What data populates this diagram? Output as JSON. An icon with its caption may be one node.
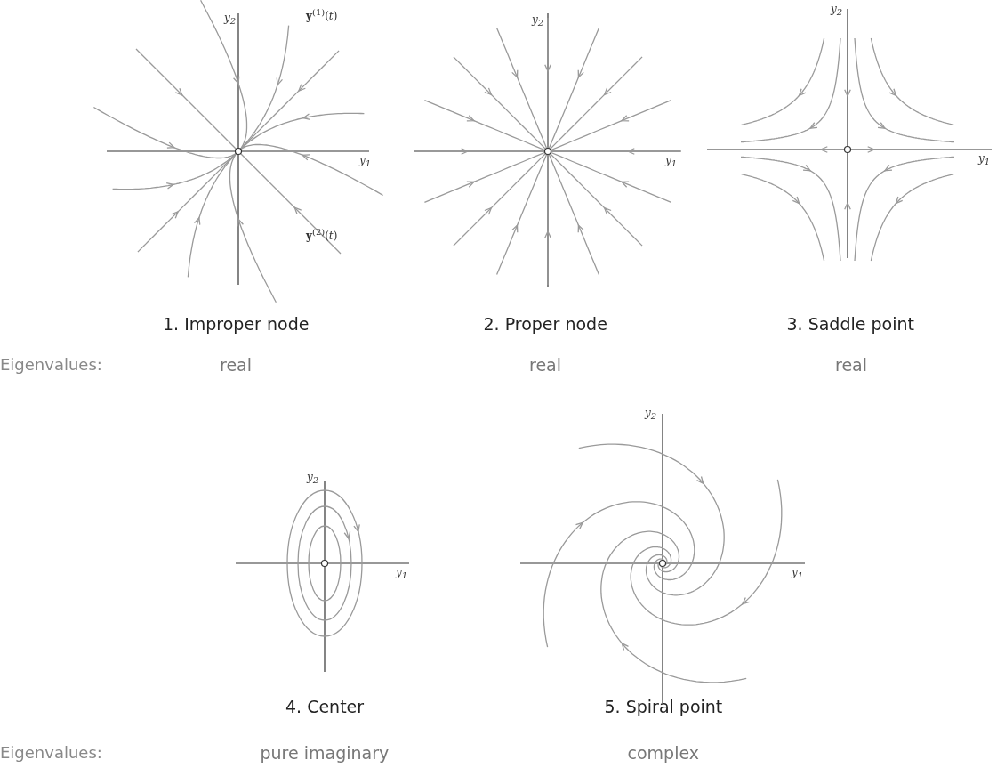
{
  "diagram": {
    "labels": [
      "y$_{2}$",
      "**y**$^{(1)}$(*t*)",
      "y$_{1}$",
      "**y**$^{(2)}$(*t*)",
      "y$_{2}$",
      "y$_{1}$",
      "y$_{2}$",
      "y$_{1}$",
      "1. Improper node",
      "2. Proper node",
      "3. Saddle point",
      "Eigenvalues:",
      "real",
      "real",
      "real",
      "y$_{2}$",
      "y$_{1}$",
      "y$_{2}$",
      "y$_{1}$",
      "4. Center",
      "5. Spiral point",
      "Eigenvalues:",
      "pure imaginary",
      "complex"
    ]
  }
}
